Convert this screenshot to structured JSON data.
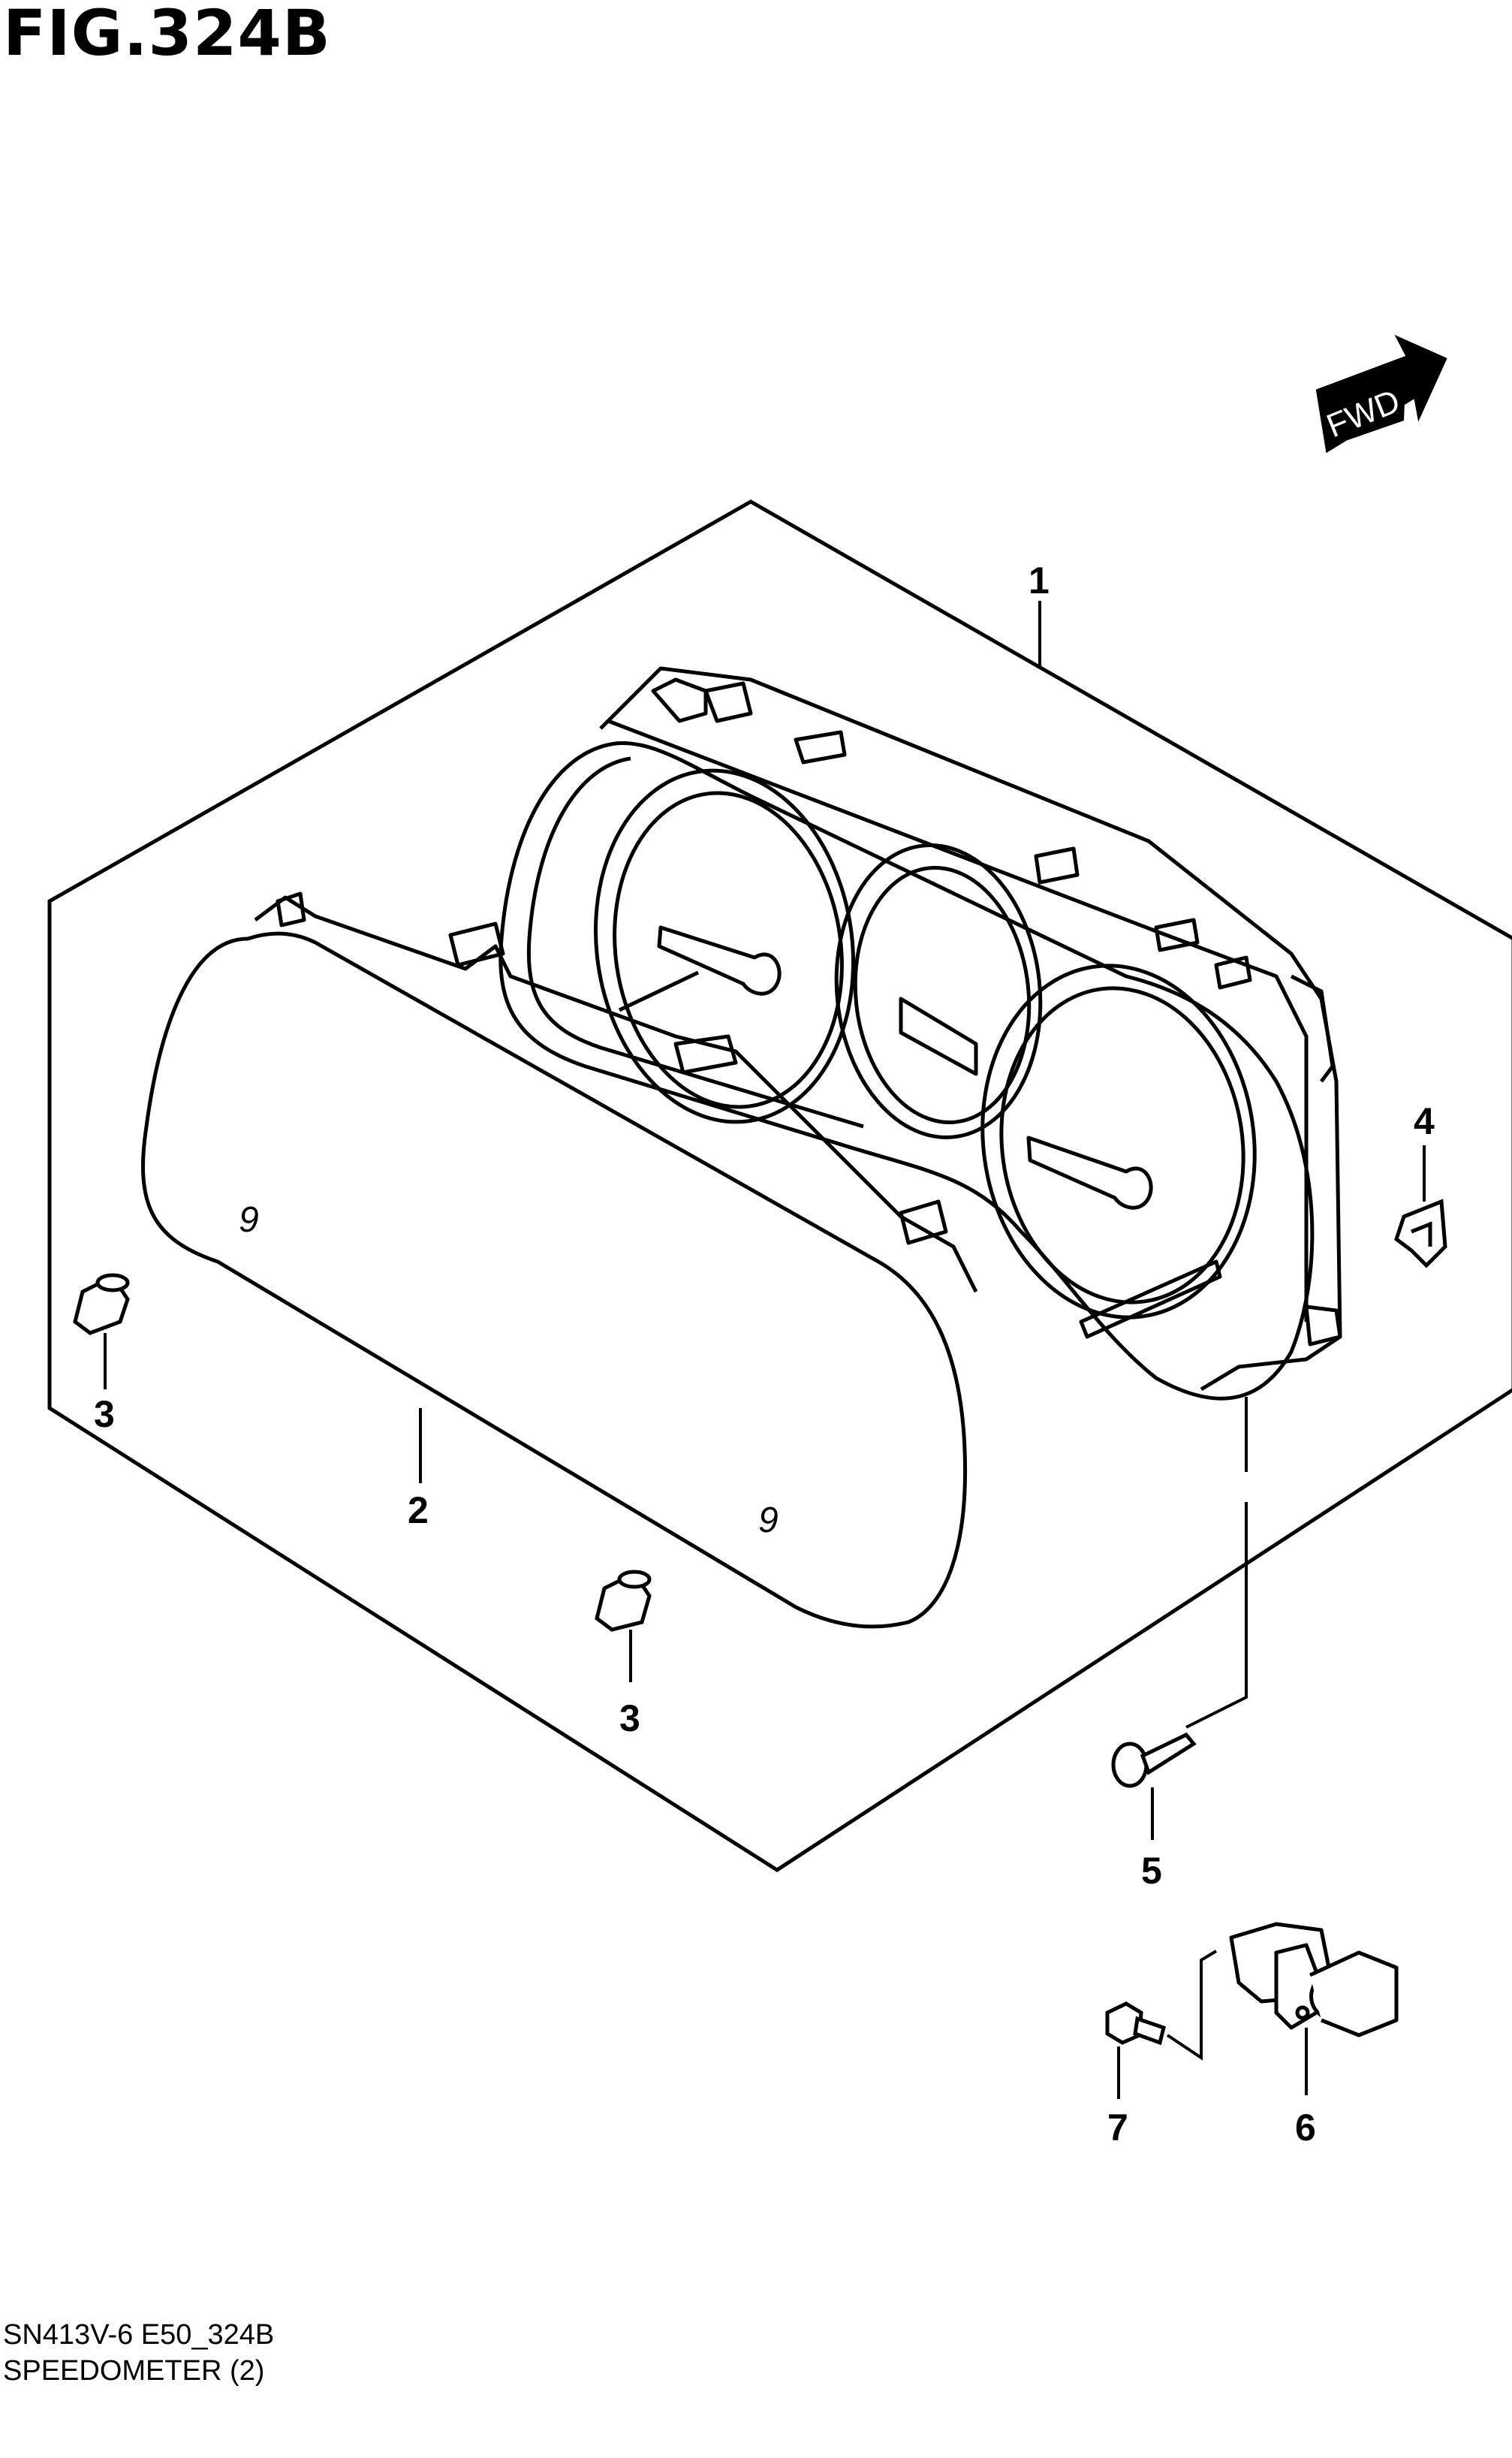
{
  "figure": {
    "title": "FIG.324B",
    "code": "SN413V-6 E50_324B",
    "name": "SPEEDOMETER (2)"
  },
  "direction": {
    "label": "FWD"
  },
  "callouts": [
    {
      "id": "1"
    },
    {
      "id": "2"
    },
    {
      "id": "3a",
      "label": "3"
    },
    {
      "id": "3b",
      "label": "3"
    },
    {
      "id": "4"
    },
    {
      "id": "5"
    },
    {
      "id": "6"
    },
    {
      "id": "7"
    }
  ],
  "callout_labels": {
    "c1": "1",
    "c2": "2",
    "c3a": "3",
    "c3b": "3",
    "c4": "4",
    "c5": "5",
    "c6": "6",
    "c7": "7"
  },
  "colors": {
    "line": "#000000",
    "background": "#ffffff"
  }
}
